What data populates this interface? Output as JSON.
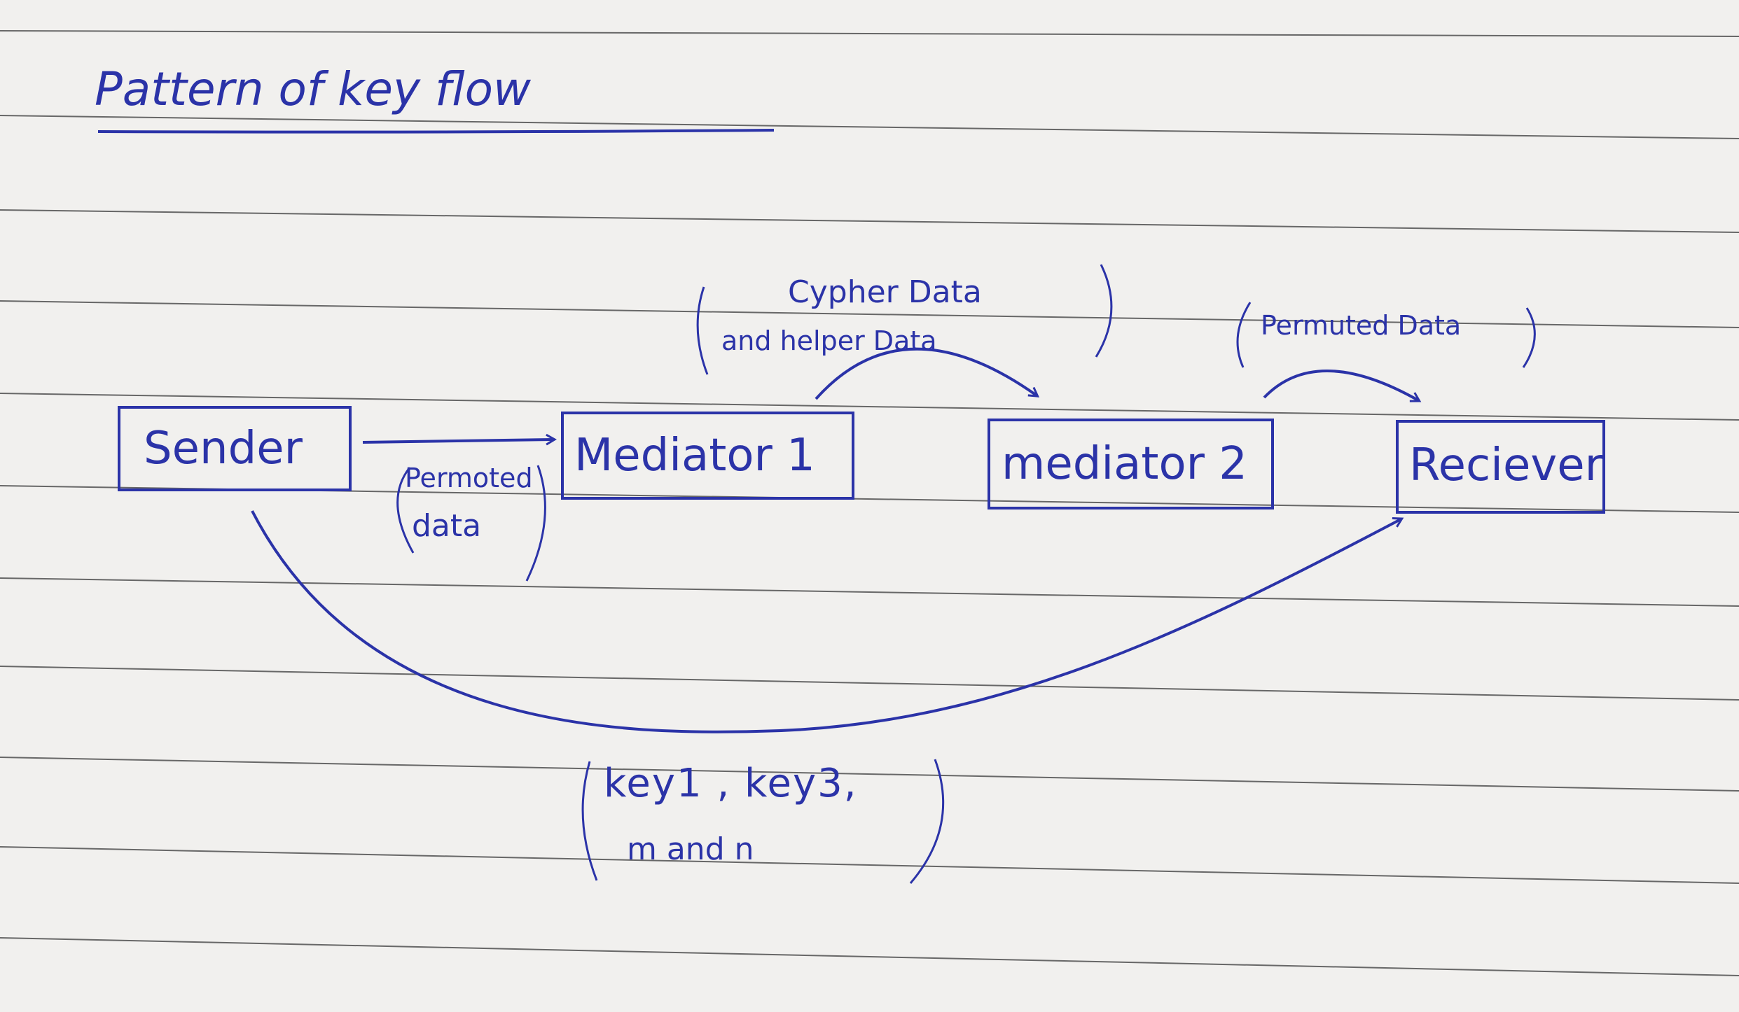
{
  "title": "Pattern of key flow",
  "nodes": {
    "sender": "Sender",
    "mediator1": "Mediator 1",
    "mediator2": "mediator 2",
    "receiver": "Reciever"
  },
  "labels": {
    "sender_to_m1": [
      "Permoted",
      "data"
    ],
    "m1_to_m2": [
      "Cypher Data",
      "and helper Data"
    ],
    "m2_to_receiver": "Permuted Data",
    "sender_to_receiver": [
      "key1 , key3,",
      "m and n"
    ]
  },
  "colors": {
    "ink": "#2b33a8",
    "paper": "#f1f0ee",
    "rule_line": "#3a3a3a"
  }
}
